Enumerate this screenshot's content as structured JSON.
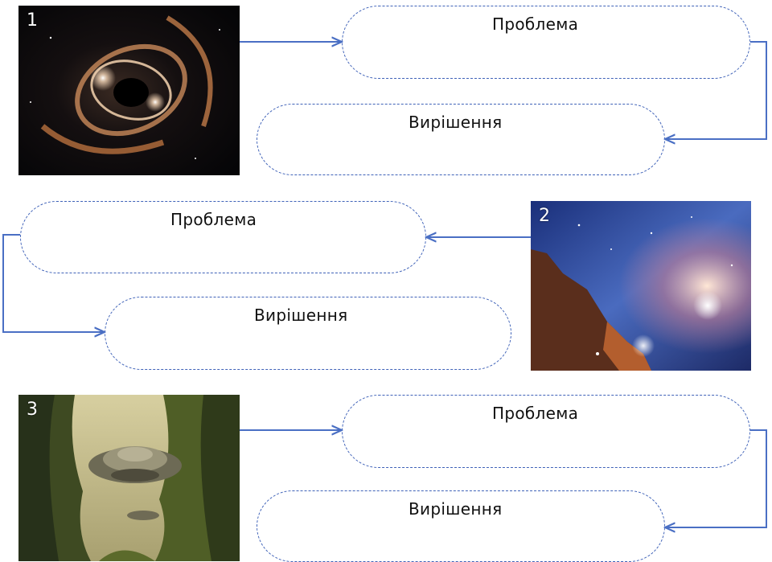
{
  "colors": {
    "connector": "#4a6fc4",
    "dashed_border": "#3f62b8",
    "text": "#111111"
  },
  "rows": [
    {
      "number": "1",
      "image": "black-hole-galaxy",
      "problem_label": "Проблема",
      "solution_label": "Вирішення"
    },
    {
      "number": "2",
      "image": "nebula-stars",
      "problem_label": "Проблема",
      "solution_label": "Вирішення"
    },
    {
      "number": "3",
      "image": "ufo-forest",
      "problem_label": "Проблема",
      "solution_label": "Вирішення"
    }
  ]
}
